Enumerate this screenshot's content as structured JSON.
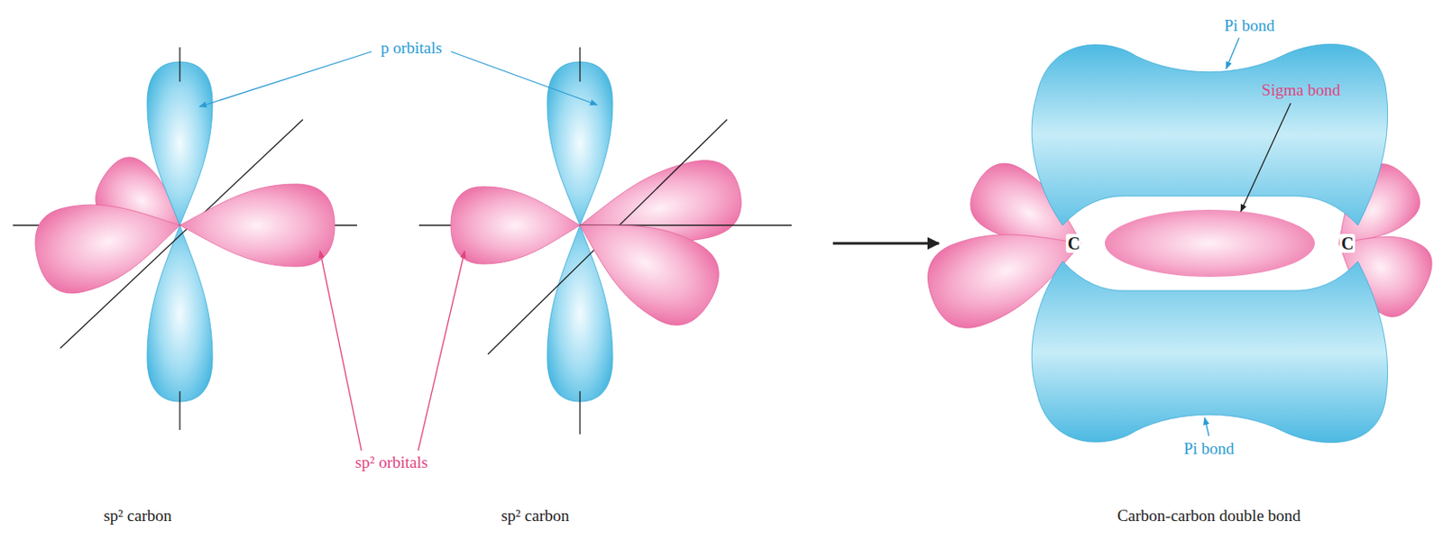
{
  "diagram": {
    "labels": [
      "p orbitals",
      "sp² orbitals",
      "sp² carbon",
      "sp² carbon",
      "Pi bond",
      "Sigma bond",
      "C",
      "C",
      "Pi bond",
      "Carbon-carbon double bond"
    ]
  }
}
